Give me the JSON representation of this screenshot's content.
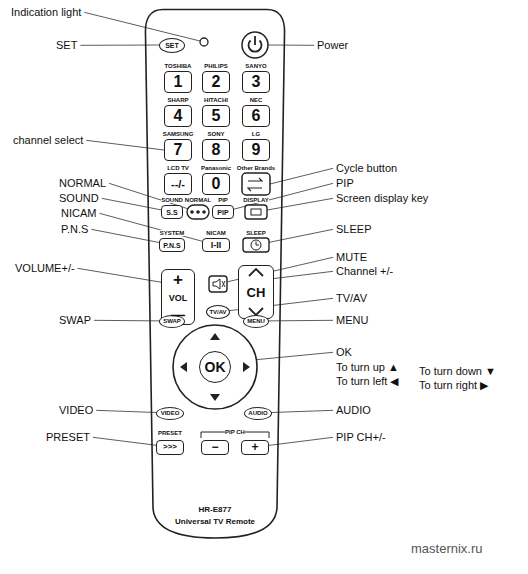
{
  "diagram": {
    "nodes": [
      {
        "text": [
          "HR-E877",
          "Universal TV Remote"
        ]
      },
      {
        "text": [
          "SET"
        ],
        "in": 0
      },
      {
        "text": [
          "1"
        ],
        "in": 0
      },
      {
        "text": [
          "2"
        ],
        "in": 0
      },
      {
        "text": [
          "3"
        ],
        "in": 0
      },
      {
        "text": [
          "4"
        ],
        "in": 0
      },
      {
        "text": [
          "5"
        ],
        "in": 0
      },
      {
        "text": [
          "6"
        ],
        "in": 0
      },
      {
        "text": [
          "7"
        ],
        "in": 0
      },
      {
        "text": [
          "8"
        ],
        "in": 0
      },
      {
        "text": [
          "9"
        ],
        "in": 0
      },
      {
        "text": [
          "--/-"
        ],
        "in": 0
      },
      {
        "text": [
          "0"
        ],
        "in": 0
      },
      {
        "text": [
          "S.S"
        ],
        "in": 0
      },
      {
        "text": [
          "PIP"
        ],
        "in": 0
      },
      {
        "text": [
          "P.N.S"
        ],
        "in": 0
      },
      {
        "text": [
          "I-II"
        ],
        "in": 0
      },
      {
        "text": [
          "+",
          "VOL",
          "—"
        ],
        "in": 0
      },
      {
        "text": [
          "CH"
        ],
        "in": 0
      },
      {
        "text": [
          "TV/AV"
        ],
        "in": 0
      },
      {
        "text": [
          "SWAP"
        ],
        "in": 0
      },
      {
        "text": [
          "MENU"
        ],
        "in": 0
      },
      {
        "text": [
          "OK"
        ],
        "in": 0
      },
      {
        "text": [
          "VIDEO"
        ],
        "in": 0
      },
      {
        "text": [
          "AUDIO"
        ],
        "in": 0
      },
      {
        "text": [
          ">>>"
        ],
        "in": 0
      },
      {
        "text": [
          "−"
        ],
        "in": 0
      },
      {
        "text": [
          "+"
        ],
        "in": 0
      }
    ],
    "labels": [
      "Indication light",
      "SET",
      "Power",
      "TOSHIBA",
      "PHILIPS",
      "SANYO",
      "SHARP",
      "HITACHI",
      "NEC",
      "channel select",
      "SAMSUNG",
      "SONY",
      "LG",
      "LCD TV",
      "Panasonic",
      "Other Brands",
      "Cycle button",
      "NORMAL",
      "PIP",
      "SOUND",
      "Screen display key",
      "SOUND",
      "NORMAL",
      "PIP",
      "DISPLAY",
      "NICAM",
      "P.N.S",
      "SLEEP",
      "SYSTEM",
      "NICAM",
      "SLEEP",
      "MUTE",
      "VOLUME+/-",
      "Channel +/-",
      "TV/AV",
      "SWAP",
      "MENU",
      "OK",
      "To turn up ▲",
      "To turn down ▼",
      "To turn left ◀",
      "To turn right ▶",
      "VIDEO",
      "AUDIO",
      "PRESET",
      "PRESET",
      "PIP CH",
      "PIP CH+/-",
      "masternix.ru"
    ]
  }
}
